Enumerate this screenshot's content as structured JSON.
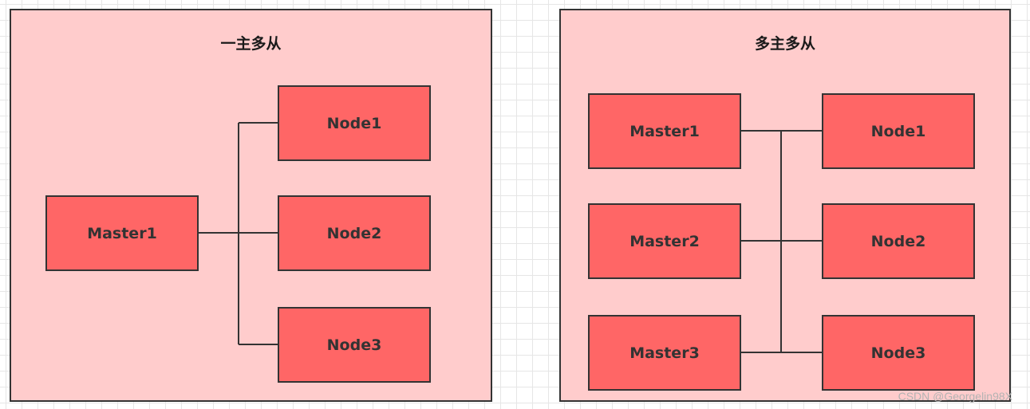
{
  "diagrams": [
    {
      "title": "一主多从",
      "masters": [
        "Master1"
      ],
      "nodes": [
        "Node1",
        "Node2",
        "Node3"
      ]
    },
    {
      "title": "多主多从",
      "masters": [
        "Master1",
        "Master2",
        "Master3"
      ],
      "nodes": [
        "Node1",
        "Node2",
        "Node3"
      ]
    }
  ],
  "watermark": "CSDN @Georgelin98X",
  "colors": {
    "panel_fill": "#ffcccc",
    "node_fill": "#ff6666",
    "stroke": "#333333"
  }
}
